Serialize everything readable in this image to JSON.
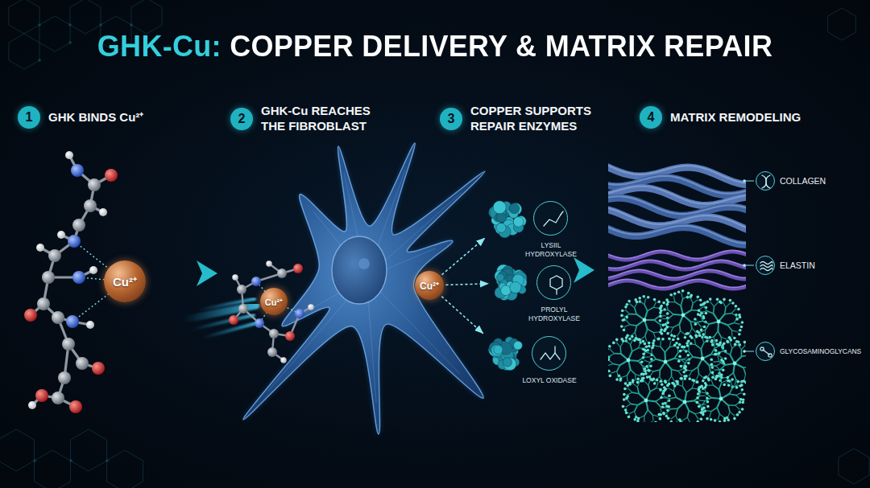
{
  "diagram": {
    "title": "GHK-Cu: COPPER DELIVERY & MATRIX REPAIR",
    "nodes": [
      {
        "text": [
          "1",
          "GHK BINDS Cu²⁺"
        ]
      },
      {
        "text": [
          "2",
          "GHK-Cu REACHES THE FIBROBLAST"
        ]
      },
      {
        "text": [
          "3",
          "COPPER SUPPORTS REPAIR ENZYMES"
        ]
      },
      {
        "text": [
          "4",
          "MATRIX REMODELING"
        ]
      },
      {
        "text": [
          "Cu²⁺"
        ]
      },
      {
        "text": [
          "Cu²⁺"
        ]
      },
      {
        "text": [
          "Cu²⁺"
        ]
      },
      {
        "text": [
          "LYSIIL HYDROXYLASE"
        ]
      },
      {
        "text": [
          "PROLYL HYDROXYLASE"
        ]
      },
      {
        "text": [
          "LOXYL OXIDASE"
        ]
      },
      {
        "text": [
          "COLLAGEN"
        ]
      },
      {
        "text": [
          "ELASTIN"
        ]
      },
      {
        "text": [
          "GLYCOSAMINOGLYCANS"
        ]
      }
    ],
    "edges": [
      {
        "from": 6,
        "to": 7,
        "arrow": "to"
      },
      {
        "from": 6,
        "to": 8,
        "arrow": "to"
      },
      {
        "from": 6,
        "to": 9,
        "arrow": "to"
      }
    ]
  }
}
